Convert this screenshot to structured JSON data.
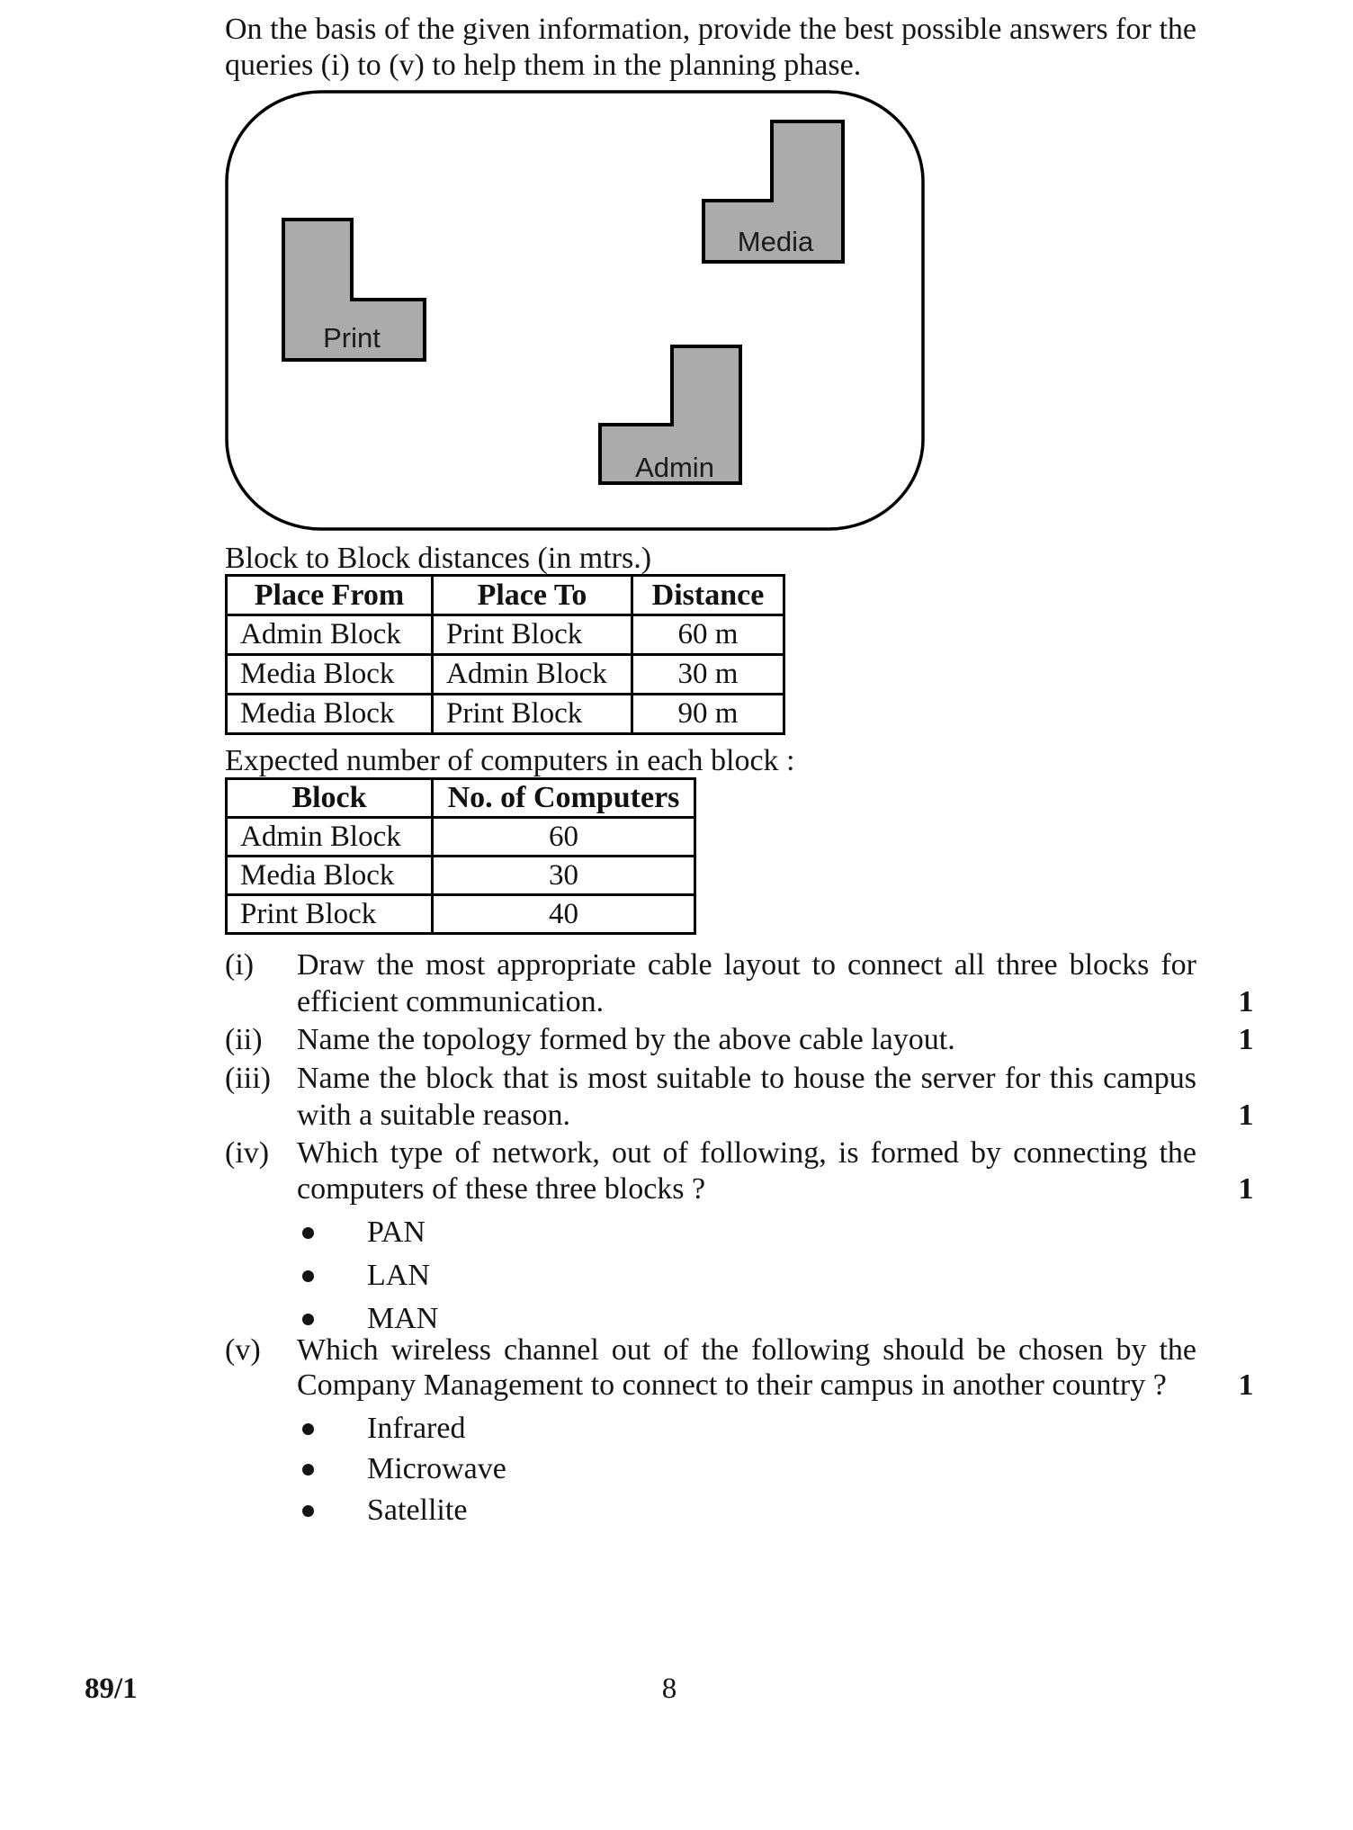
{
  "intro": {
    "lines": [
      "On the basis of the given information, provide the best possible answers for the",
      "queries (i) to (v) to help them in the planning phase."
    ]
  },
  "diagram": {
    "blocks": [
      {
        "label": "Print"
      },
      {
        "label": "Media"
      },
      {
        "label": "Admin"
      }
    ]
  },
  "distance_table": {
    "title": "Block to Block distances (in mtrs.)",
    "headers": [
      "Place From",
      "Place To",
      "Distance"
    ],
    "rows": [
      [
        "Admin Block",
        "Print Block",
        "60 m"
      ],
      [
        "Media Block",
        "Admin Block",
        "30 m"
      ],
      [
        "Media Block",
        "Print Block",
        "90 m"
      ]
    ]
  },
  "computers_table": {
    "title": "Expected number of computers in each block :",
    "headers": [
      "Block",
      "No. of Computers"
    ],
    "rows": [
      [
        "Admin Block",
        "60"
      ],
      [
        "Media Block",
        "30"
      ],
      [
        "Print Block",
        "40"
      ]
    ]
  },
  "questions": [
    {
      "num": "(i)",
      "lines": [
        "Draw  the  most  appropriate  cable  layout  to  connect  all  three  blocks  for",
        "efficient communication."
      ],
      "marks": "1"
    },
    {
      "num": "(ii)",
      "lines": [
        "Name the topology formed by the above cable layout."
      ],
      "marks": "1"
    },
    {
      "num": "(iii)",
      "lines": [
        "Name  the  block  that  is  most  suitable  to  house  the  server  for  this  campus",
        "with a suitable reason."
      ],
      "marks": "1"
    },
    {
      "num": "(iv)",
      "lines": [
        "Which  type  of  network,  out  of  following,  is  formed  by  connecting  the",
        "computers of these three blocks ?"
      ],
      "marks": "1",
      "options": [
        "PAN",
        "LAN",
        "MAN"
      ]
    },
    {
      "num": "(v)",
      "lines": [
        "Which  wireless  channel  out  of  the  following  should  be  chosen  by  the",
        "Company Management to connect to their campus in another country ?"
      ],
      "marks": "1",
      "options": [
        "Infrared",
        "Microwave",
        "Satellite"
      ]
    }
  ],
  "footer": {
    "paper_code": "89/1",
    "page_number": "8"
  },
  "colors": {
    "block_fill": "#ababab",
    "ink": "#151515",
    "page_bg": "#ffffff"
  }
}
